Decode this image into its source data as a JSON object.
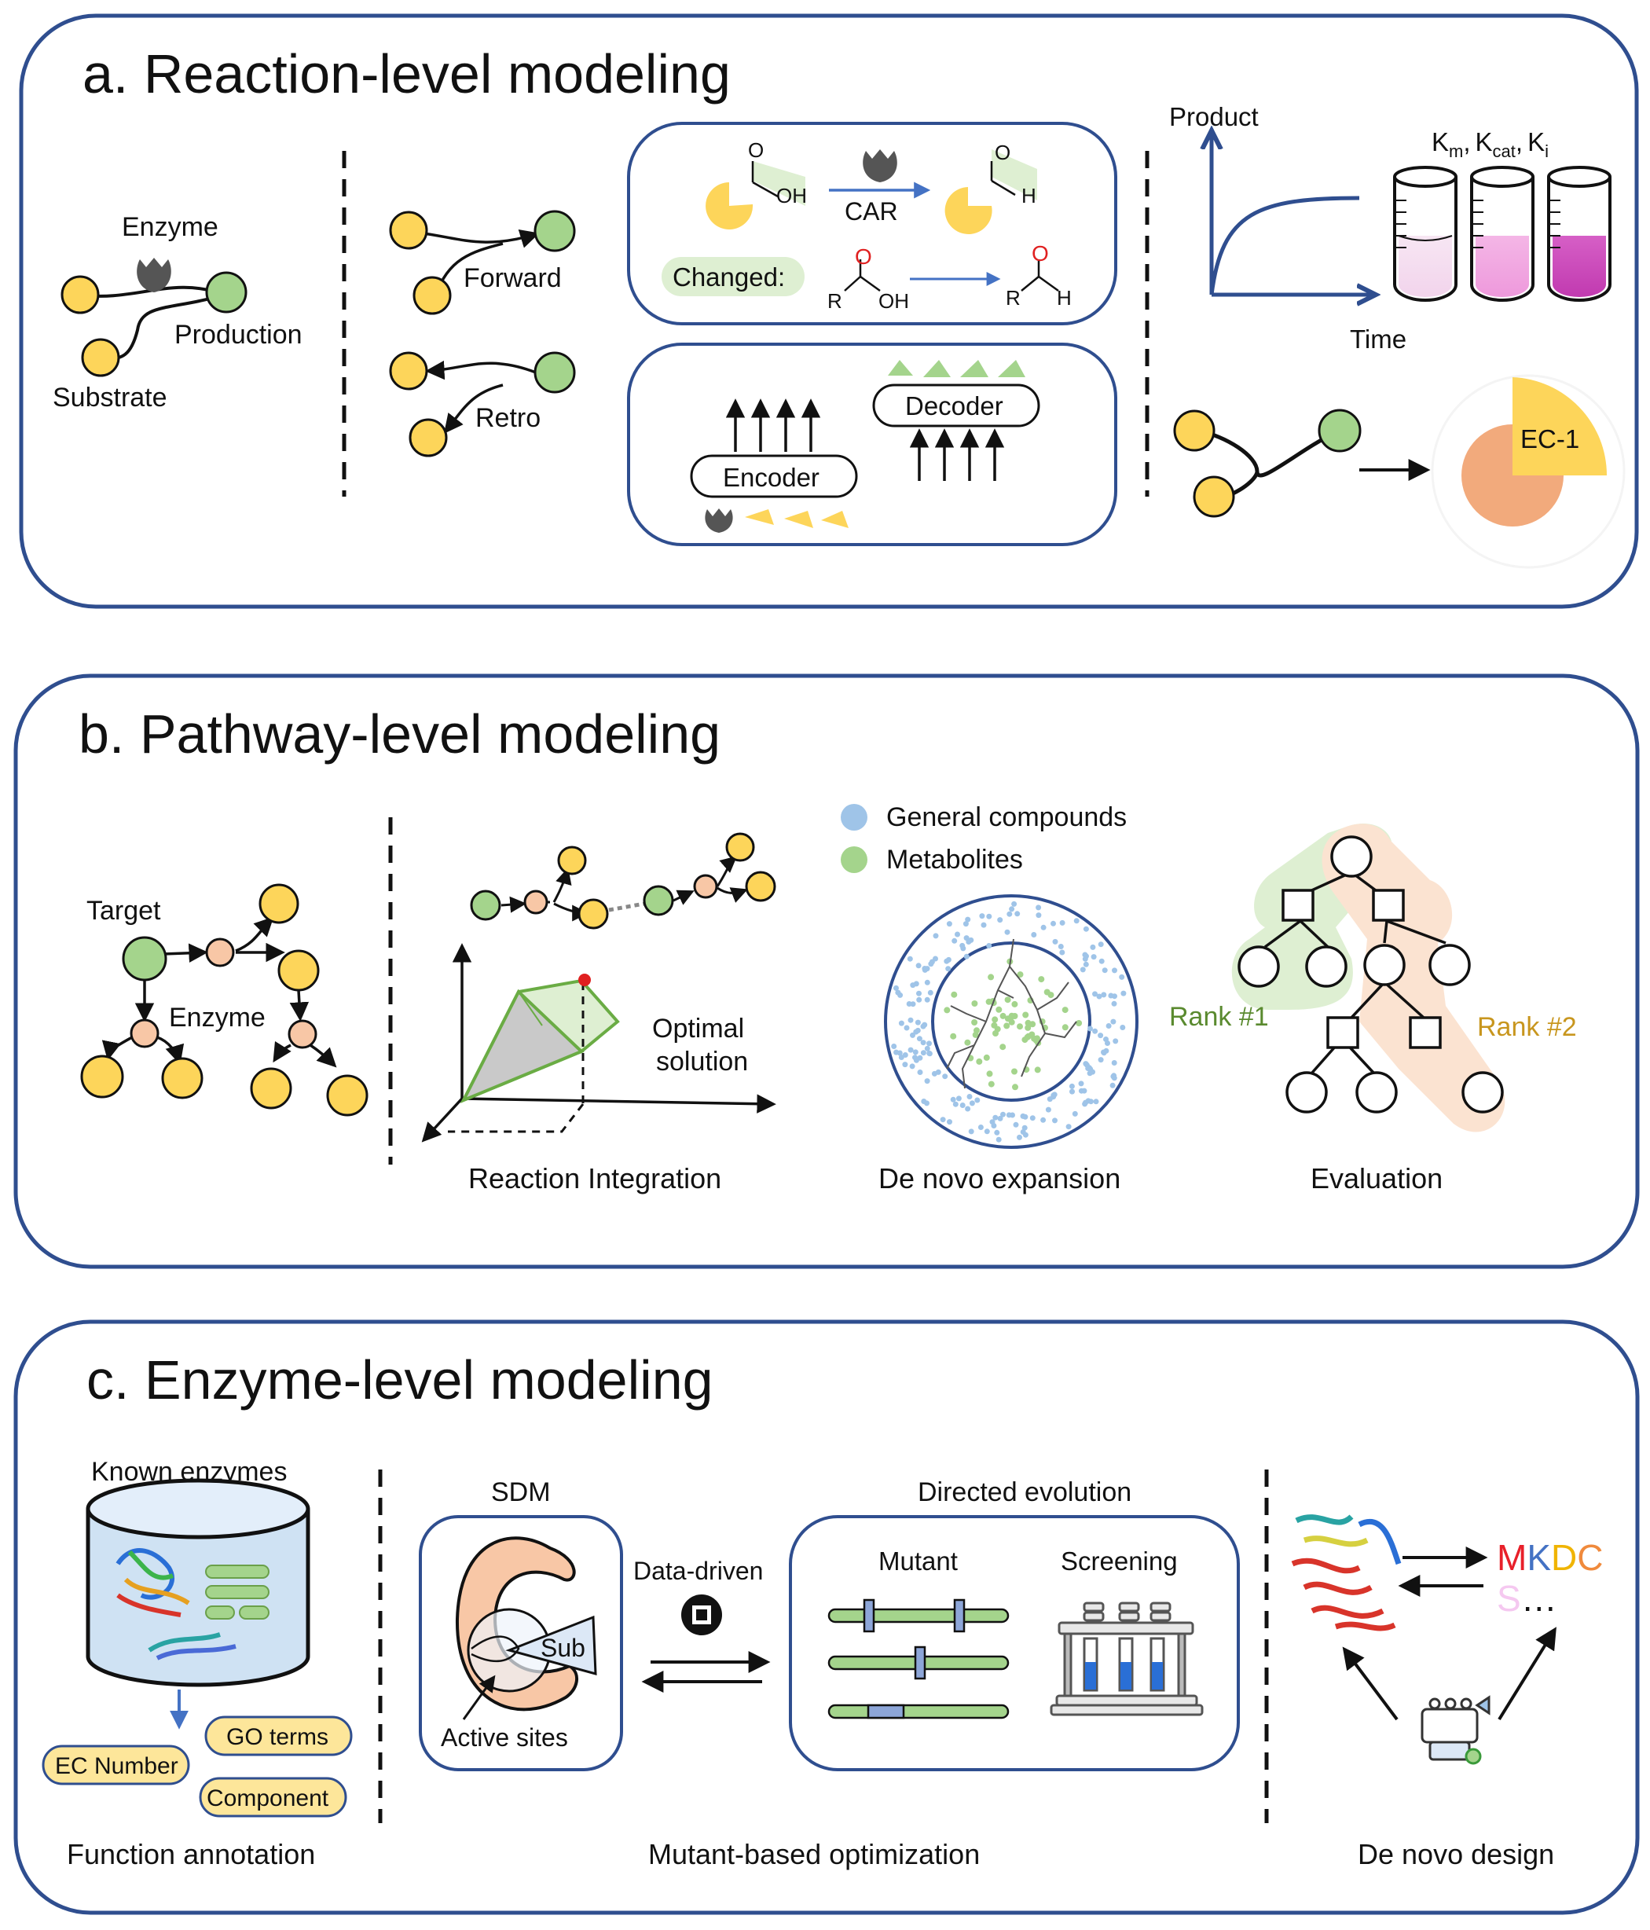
{
  "colors": {
    "frame": "#2f4e8f",
    "yellow": "#fdd55a",
    "green": "#a4d48c",
    "peach": "#f8c7a6",
    "blue_arrow": "#4472c4",
    "gray_enzyme": "#555555",
    "light_green_bg": "#deefd2",
    "light_peach_bg": "#fbe3d1",
    "rank1": "#5a8a2f",
    "rank2": "#c8961e",
    "red_O": "#e02020",
    "dot_blue": "#9fc4e8"
  },
  "panel_a": {
    "title": "a. Reaction-level modeling",
    "enzyme_label": "Enzyme",
    "production_label": "Production",
    "substrate_label": "Substrate",
    "forward_label": "Forward",
    "retro_label": "Retro",
    "car_label": "CAR",
    "changed_label": "Changed:",
    "atom_O": "O",
    "atom_OH": "OH",
    "atom_H": "H",
    "atom_R": "R",
    "encoder_label": "Encoder",
    "decoder_label": "Decoder",
    "product_axis": "Product",
    "time_axis": "Time",
    "kinetics": {
      "K": "K",
      "m": "m",
      "cat": "cat",
      "i": "i",
      "sep": ","
    },
    "ec_label": "EC-1"
  },
  "panel_b": {
    "title": "b. Pathway-level modeling",
    "target_label": "Target",
    "enzyme_label": "Enzyme",
    "legend_general": "General compounds",
    "legend_metabolites": "Metabolites",
    "optimal_line1": "Optimal",
    "optimal_line2": "solution",
    "reaction_integration": "Reaction Integration",
    "de_novo_expansion": "De novo expansion",
    "evaluation": "Evaluation",
    "rank1": "Rank #1",
    "rank2": "Rank #2"
  },
  "panel_c": {
    "title": "c. Enzyme-level modeling",
    "known_enzymes": "Known enzymes",
    "ec_number": "EC Number",
    "go_terms": "GO terms",
    "component": "Component",
    "function_annotation": "Function annotation",
    "sdm": "SDM",
    "sub": "Sub",
    "active_sites": "Active sites",
    "data_driven": "Data-driven",
    "directed_evolution": "Directed evolution",
    "mutant": "Mutant",
    "screening": "Screening",
    "mutant_based_optimization": "Mutant-based optimization",
    "seq_letters": [
      "M",
      "K",
      "D",
      "C"
    ],
    "seq_colors": [
      "#e8202a",
      "#4472c4",
      "#f0b400",
      "#f08a3c"
    ],
    "seq_line2": "S",
    "seq_ellipsis": "…",
    "de_novo_design": "De novo design"
  }
}
